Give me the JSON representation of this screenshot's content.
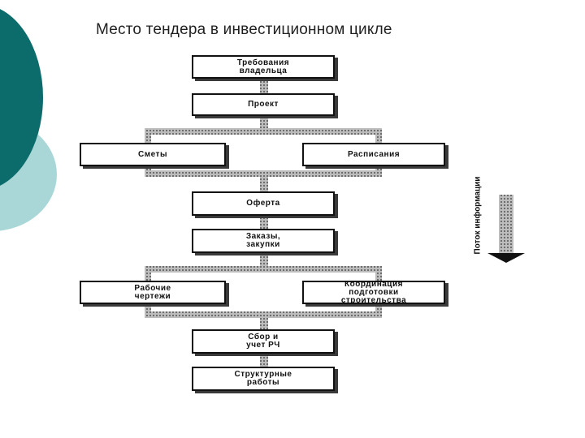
{
  "slide": {
    "title": "Место тендера в инвестиционном цикле"
  },
  "diagram": {
    "boxes": {
      "owner_requirements": "Требования\nвладельца",
      "project": "Проект",
      "estimates": "Сметы",
      "schedules": "Расписания",
      "offer": "Оферта",
      "orders": "Заказы,\nзакупки",
      "working_drawings": "Рабочие\nчертежи",
      "coordination": "Координация\nподготовки\nстроительства",
      "collection": "Сбор и\nучет РЧ",
      "structural": "Структурные\nработы"
    },
    "information_flow_label": "Поток информации"
  },
  "colors": {
    "teal_dark": "#0c6b6b",
    "teal_light": "#a9d7d7",
    "box_border": "#111111",
    "band_gray": "#9a9a9a"
  }
}
